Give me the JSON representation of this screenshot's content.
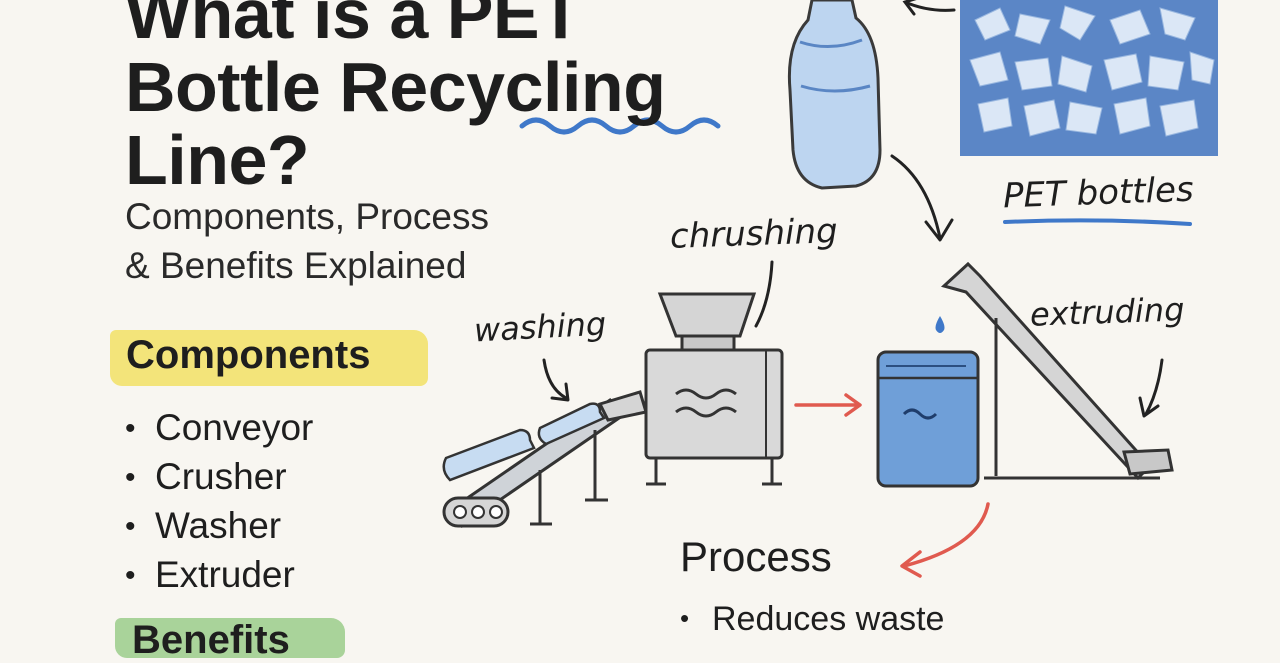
{
  "header": {
    "title_lines": [
      "What is a PET",
      "Bottle Recycling",
      "Line?"
    ],
    "subtitle_lines": [
      "Components, Process",
      "& Benefits Explained"
    ]
  },
  "components": {
    "title": "Components",
    "items": [
      "Conveyor",
      "Crusher",
      "Washer",
      "Extruder"
    ],
    "highlight_color": "#f3e47a"
  },
  "benefits": {
    "title": "Benefits",
    "highlight_color": "#a9d39a"
  },
  "process": {
    "title": "Process",
    "items": [
      "Reduces waste"
    ]
  },
  "diagram": {
    "labels": {
      "crushing": "chrushing",
      "washing": "washing",
      "extruding": "extruding",
      "pet_bottles": "PET bottles"
    },
    "colors": {
      "machine_gray": "#d5d5d5",
      "outline": "#333333",
      "plastic_blue": "#6f9fd8",
      "flake_blue": "#5b86c6",
      "arrow_red": "#e05a4f"
    },
    "icons": [
      "bottle-icon",
      "flakes-image",
      "conveyor-icon",
      "crusher-icon",
      "washer-icon",
      "extruder-icon"
    ]
  }
}
